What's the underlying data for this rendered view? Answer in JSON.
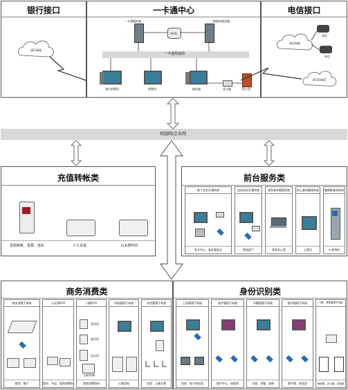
{
  "top": {
    "bank": {
      "title": "银行接口",
      "cloud": "银行网络"
    },
    "center": {
      "title": "一卡通中心",
      "lan": "一卡通局域网",
      "servers": [
        "一卡通服务器",
        "RAID",
        "数据库服务器"
      ],
      "stations": [
        "银行前置机",
        "前置机",
        "服务器"
      ],
      "devices": [
        "读卡器",
        "防火墙"
      ]
    },
    "telecom": {
      "title": "电信接口",
      "cloud": "电信网络",
      "cloud2": "INTERNET",
      "phones": [
        "电话",
        "电话"
      ]
    }
  },
  "campus_net": "校园网/企业网",
  "recharge": {
    "title": "充值转帐类",
    "items": [
      "自助转帐、查费、挂失",
      "人工充值",
      "以太网POS"
    ]
  },
  "front": {
    "title": "前台服务类",
    "items": [
      {
        "hdr": "各个业务开通系统",
        "cap": "发卡中心、各区服务点"
      },
      {
        "hdr": "自动业务开通系统",
        "cap": "财务部门"
      },
      {
        "hdr": "领导查询管理系统",
        "cap": "领导办公室"
      },
      {
        "hdr": "网上查询管理系统",
        "cap": "上网点"
      },
      {
        "hdr": "触摸屏查询系统",
        "cap": "公共场所"
      }
    ]
  },
  "commerce": {
    "title": "商务消费类",
    "items": [
      {
        "hdr": "商务消费子系统",
        "cap": "食堂、餐厅"
      },
      {
        "hdr": "以太网POS",
        "cap": "超市、书店、医院收费处"
      },
      {
        "hdr": "小额POS",
        "cap": "其他消费场所"
      },
      {
        "hdr": "用电管理子系统",
        "cap": "公寓用电"
      },
      {
        "hdr": "水控管理子系统",
        "cap": "浴室、公寓水费"
      }
    ],
    "small_items": [
      "洗衣机",
      "复印机",
      "饮水机",
      "自助终端"
    ]
  },
  "identity": {
    "title": "身份识别类",
    "items": [
      {
        "hdr": "上机管理子系统",
        "cap": "机房、电子阅览室"
      },
      {
        "hdr": "医疗管理子系统",
        "cap": "医疗中心、校医院"
      },
      {
        "hdr": "学籍管理子系统",
        "cap": "注册、学籍、成绩"
      },
      {
        "hdr": "图书管理子系统",
        "cap": "图书馆、阅览室"
      },
      {
        "hdr": "门禁、考勤管理子系统",
        "cap": "宿舍楼、办公楼、实验室"
      }
    ]
  }
}
